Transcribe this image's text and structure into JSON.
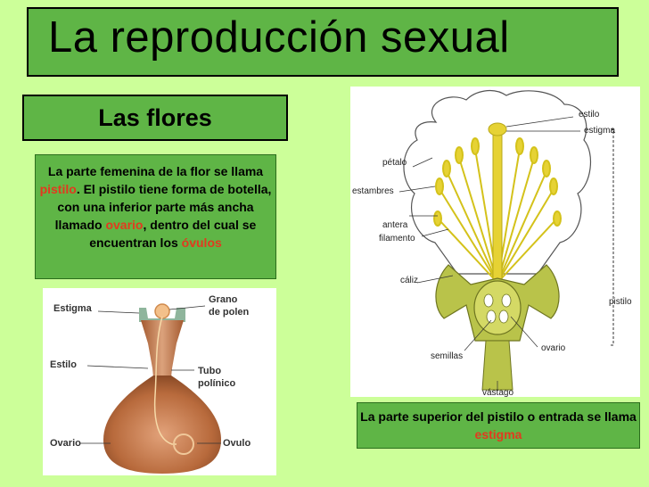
{
  "title": "La reproducción sexual",
  "subtitle": "Las flores",
  "left_text": {
    "part1": "La parte femenina de la flor se llama ",
    "pistilo": "pistilo",
    "part2": ". El pistilo tiene forma de botella, con una inferior parte más ancha llamado ",
    "ovario": "ovario",
    "part3": ", dentro del cual se encuentran los ",
    "ovulos": "óvulos"
  },
  "right_text": {
    "part1": "La parte superior del pistilo o entrada se llama ",
    "estigma": "estigma"
  },
  "pistil_labels": {
    "estigma": "Estigma",
    "grano": "Grano",
    "polen": "de polen",
    "estilo": "Estilo",
    "tubo": "Tubo",
    "polinico": "polínico",
    "ovario": "Ovario",
    "ovulo": "Ovulo"
  },
  "flower_labels": {
    "estilo": "estilo",
    "estigma": "estigma",
    "petalo": "pétalo",
    "estambres": "estambres",
    "antera": "antera",
    "filamento": "filamento",
    "caliz": "cáliz",
    "pistilo": "pistilo",
    "ovario": "ovario",
    "semillas": "semillas",
    "vastago": "vástago"
  }
}
